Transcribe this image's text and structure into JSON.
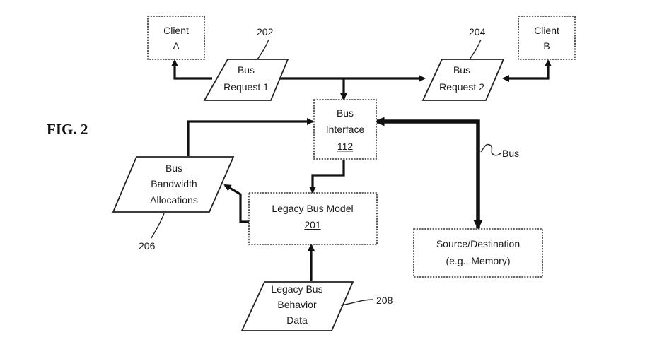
{
  "figure_label": "FIG. 2",
  "nodes": {
    "client_a": {
      "line1": "Client",
      "line2": "A"
    },
    "client_b": {
      "line1": "Client",
      "line2": "B"
    },
    "bus_request_1": {
      "line1": "Bus",
      "line2": "Request 1",
      "ref": "202"
    },
    "bus_request_2": {
      "line1": "Bus",
      "line2": "Request 2",
      "ref": "204"
    },
    "bus_interface": {
      "line1": "Bus",
      "line2": "Interface",
      "line3": "112"
    },
    "bus_bandwidth_allocations": {
      "line1": "Bus",
      "line2": "Bandwidth",
      "line3": "Allocations",
      "ref": "206"
    },
    "legacy_bus_model": {
      "line1": "Legacy Bus Model",
      "line2": "201"
    },
    "legacy_bus_behavior_data": {
      "line1": "Legacy Bus",
      "line2": "Behavior",
      "line3": "Data",
      "ref": "208"
    },
    "source_destination": {
      "line1": "Source/Destination",
      "line2": "(e.g., Memory)"
    }
  },
  "bus_label": "Bus"
}
